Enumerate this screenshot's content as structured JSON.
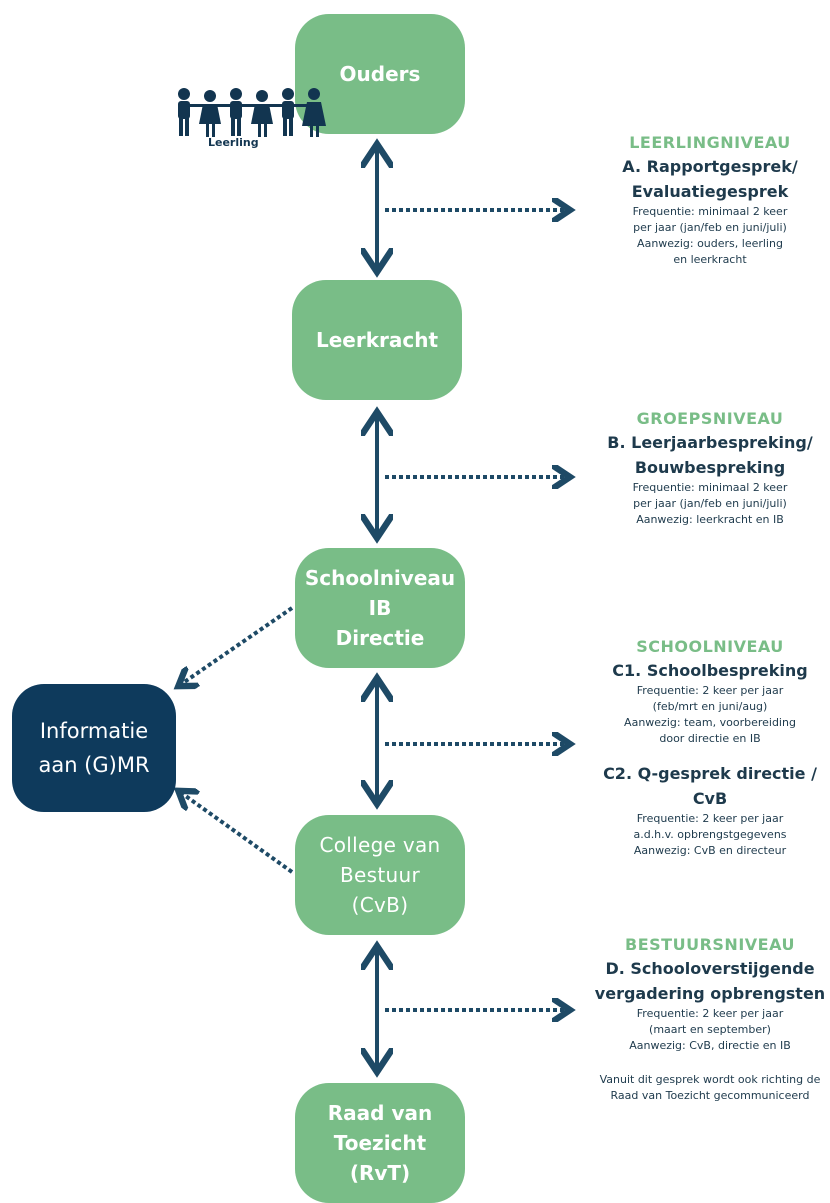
{
  "nodes": {
    "ouders": "Ouders",
    "leerkracht": "Leerkracht",
    "school": [
      "Schoolniveau",
      "IB",
      "Directie"
    ],
    "college": [
      "College van",
      "Bestuur",
      "(CvB)"
    ],
    "raad": [
      "Raad van",
      "Toezicht",
      "(RvT)"
    ],
    "info": [
      "Informatie",
      "aan (G)MR"
    ]
  },
  "leerling_label": "Leerling",
  "sections": {
    "a": {
      "level": "LEERLINGNIVEAU",
      "title": [
        "A. Rapportgesprek/",
        "Evaluatiegesprek"
      ],
      "lines": [
        "Frequentie: minimaal 2 keer",
        "per jaar (jan/feb en juni/juli)",
        "Aanwezig: ouders, leerling",
        "en leerkracht"
      ]
    },
    "b": {
      "level": "GROEPSNIVEAU",
      "title": [
        "B. Leerjaarbespreking/",
        "Bouwbespreking"
      ],
      "lines": [
        "Frequentie: minimaal 2 keer",
        "per jaar (jan/feb en juni/juli)",
        "Aanwezig: leerkracht en IB"
      ]
    },
    "c": {
      "level": "SCHOOLNIVEAU",
      "title": [
        "C1. Schoolbespreking"
      ],
      "lines": [
        "Frequentie: 2 keer per jaar",
        "(feb/mrt en juni/aug)",
        "Aanwezig: team, voorbereiding",
        "door directie en IB"
      ],
      "title2": "C2. Q-gesprek directie / CvB",
      "lines2": [
        "Frequentie: 2 keer per jaar",
        "a.d.h.v. opbrengstgegevens",
        "Aanwezig: CvB en directeur"
      ]
    },
    "d": {
      "level": "BESTUURSNIVEAU",
      "title": [
        "D. Schooloverstijgende",
        "vergadering opbrengsten"
      ],
      "lines": [
        "Frequentie: 2 keer per jaar",
        "(maart en september)",
        "Aanwezig: CvB, directie en IB"
      ],
      "note": [
        "Vanuit dit gesprek wordt ook richting de",
        "Raad van Toezicht gecommuniceerd"
      ]
    }
  },
  "colors": {
    "green": "#79bd87",
    "navy": "#0e3a5c",
    "arrow": "#1e4a66"
  }
}
